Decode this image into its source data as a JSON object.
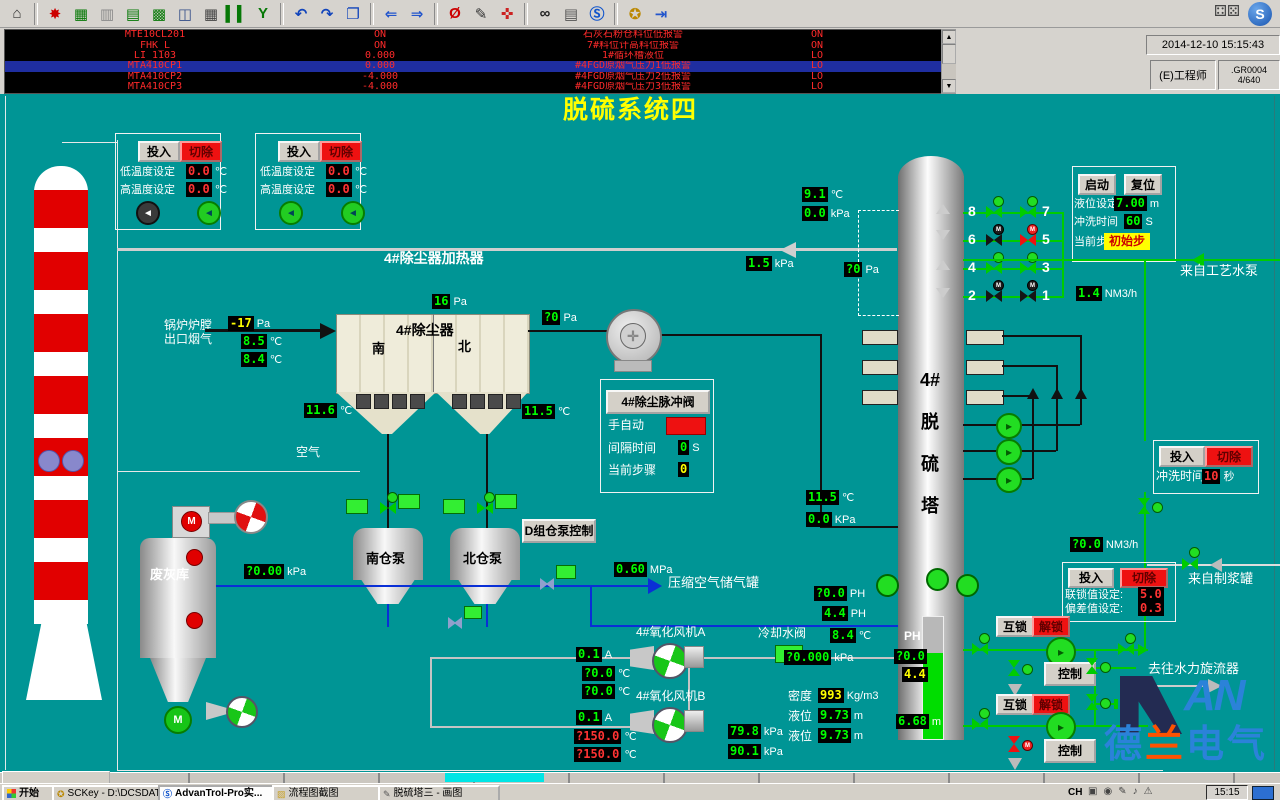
{
  "window": {
    "datetime": "2014-12-10 15:15:43",
    "user": "(E)工程师",
    "screen_id": ".GR0004",
    "page_no": "4/640"
  },
  "toolbar": {
    "items": [
      {
        "name": "home",
        "glyph": "⌂",
        "color": "#333"
      },
      {
        "sep": true
      },
      {
        "name": "alarm-summary",
        "glyph": "✸",
        "color": "#cc0000"
      },
      {
        "name": "overview-display",
        "glyph": "▦",
        "color": "#067806"
      },
      {
        "name": "group-display",
        "glyph": "▥",
        "color": "#8a8a8a"
      },
      {
        "name": "report-display",
        "glyph": "▤",
        "color": "#067806"
      },
      {
        "name": "trend-display",
        "glyph": "▩",
        "color": "#067806"
      },
      {
        "name": "faceplate-display",
        "glyph": "◫",
        "color": "#334d88"
      },
      {
        "name": "data-table",
        "glyph": "▦",
        "color": "#444"
      },
      {
        "name": "bar-graph",
        "glyph": "▍▍",
        "color": "#067806"
      },
      {
        "name": "sod-display",
        "glyph": "Y",
        "color": "#067806"
      },
      {
        "sep": true
      },
      {
        "name": "undo",
        "glyph": "↶",
        "color": "#1144bb"
      },
      {
        "name": "redo",
        "glyph": "↷",
        "color": "#1144bb"
      },
      {
        "name": "page-book",
        "glyph": "❐",
        "color": "#1144bb"
      },
      {
        "sep": true
      },
      {
        "name": "back",
        "glyph": "⇐",
        "color": "#2255cc"
      },
      {
        "name": "forward",
        "glyph": "⇒",
        "color": "#2255cc"
      },
      {
        "sep": true
      },
      {
        "name": "mute-alarm",
        "glyph": "Ø",
        "color": "#cc0000"
      },
      {
        "name": "operation-log",
        "glyph": "✎",
        "color": "#333"
      },
      {
        "name": "tag-pin",
        "glyph": "✜",
        "color": "#cc2222"
      },
      {
        "sep": true
      },
      {
        "name": "search-binoculars",
        "glyph": "∞",
        "color": "#222"
      },
      {
        "name": "print",
        "glyph": "▤",
        "color": "#555"
      },
      {
        "name": "supcon-s",
        "glyph": "Ⓢ",
        "color": "#1155cc"
      },
      {
        "sep": true
      },
      {
        "name": "login-key",
        "glyph": "✪",
        "color": "#bb8800"
      },
      {
        "name": "exit",
        "glyph": "⇥",
        "color": "#2255cc"
      }
    ]
  },
  "alarm_list": {
    "rows": [
      {
        "tag": "MTE10CL201",
        "value": "ON",
        "desc": "石灰石粉仓料位低报警",
        "status": "ON",
        "selected": false
      },
      {
        "tag": "FHK_L",
        "value": "ON",
        "desc": "7#料位计高料位报警",
        "status": "ON",
        "selected": false
      },
      {
        "tag": "LI_1103",
        "value": "0.000",
        "desc": "1#循环槽液位",
        "status": "LO",
        "selected": false
      },
      {
        "tag": "MTA410CP1",
        "value": "0.000",
        "desc": "#4FGD原烟气压力1低报警",
        "status": "LO",
        "selected": true
      },
      {
        "tag": "MTA410CP2",
        "value": "-4.000",
        "desc": "#4FGD原烟气压力2低报警",
        "status": "LO",
        "selected": false
      },
      {
        "tag": "MTA410CP3",
        "value": "-4.000",
        "desc": "#4FGD原烟气压力3低报警",
        "status": "LO",
        "selected": false
      }
    ]
  },
  "title": "脱硫系统四",
  "heater": {
    "title": "4#除尘器加热器",
    "on": "投入",
    "off": "切除",
    "low_label": "低温度设定",
    "high_label": "高温度设定",
    "low_val": "0.0",
    "high_val": "0.0",
    "unit": "℃"
  },
  "pulse": {
    "title": "4#除尘脉冲阀",
    "manual": "手自动",
    "interval_label": "间隔时间",
    "interval_val": "0",
    "interval_unit": "S",
    "step_label": "当前步骤",
    "step_val": "0"
  },
  "start_panel": {
    "start": "启动",
    "reset": "复位",
    "level_label": "液位设定",
    "level_val": "7.00",
    "level_unit": "m",
    "wash_label": "冲洗时间",
    "wash_val": "60",
    "wash_unit": "S",
    "step_label": "当前步",
    "step_val": "初始步"
  },
  "wash_panel": {
    "on": "投入",
    "off": "切除",
    "label": "冲洗时间",
    "val": "10",
    "unit": "秒"
  },
  "interlock_panel": {
    "on": "投入",
    "off": "切除",
    "l1": "联锁值设定:",
    "v1": "5.0",
    "l2": "偏差值设定:",
    "v2": "0.3"
  },
  "buttons": {
    "interlock": "互锁",
    "unlock": "解锁",
    "control": "控制",
    "pump_group": "D组仓泵控制"
  },
  "labels": {
    "boiler1": "锅炉炉膛",
    "boiler2": "出口烟气",
    "collector": "4#除尘器",
    "south": "南",
    "north": "北",
    "air": "空气",
    "south_pump": "南仓泵",
    "north_pump": "北仓泵",
    "ash_silo": "废灰库",
    "compressed": "压缩空气储气罐",
    "fan_a": "4#氧化风机A",
    "fan_b": "4#氧化风机B",
    "cooling_valve": "冷却水阀",
    "density": "密度",
    "level": "液位",
    "ph": "PH",
    "from_pump": "来自工艺水泵",
    "from_slurry": "来自制浆罐",
    "to_cyclone": "去往水力旋流器",
    "tower": [
      "4#",
      "脱",
      "硫",
      "塔"
    ],
    "motor": "M"
  },
  "valve_nums": [
    "8",
    "7",
    "6",
    "5",
    "4",
    "3",
    "2",
    "1"
  ],
  "values": {
    "boiler_pressure": {
      "t": "-17",
      "u": "Pa"
    },
    "boiler_temp1": {
      "t": "8.5",
      "u": "℃"
    },
    "boiler_temp2": {
      "t": "8.4",
      "u": "℃"
    },
    "collector_top": {
      "t": "16",
      "u": "Pa"
    },
    "collector_out": {
      "t": "?0",
      "u": "Pa"
    },
    "collector_temp_s": {
      "t": "11.6",
      "u": "℃"
    },
    "collector_temp_n": {
      "t": "11.5",
      "u": "℃"
    },
    "tower_top_temp": {
      "t": "9.1",
      "u": "℃"
    },
    "tower_top_press": {
      "t": "0.0",
      "u": "kPa"
    },
    "duct_press": {
      "t": "1.5",
      "u": "kPa"
    },
    "tower_top_pa": {
      "t": "?0",
      "u": "Pa"
    },
    "tower_mid_temp": {
      "t": "11.5",
      "u": "℃"
    },
    "tower_mid_press": {
      "t": "0.0",
      "u": "KPa"
    },
    "water_flow": {
      "t": "1.4",
      "u": "NM3/h"
    },
    "wash_flow": {
      "t": "?0.0",
      "u": "NM3/h"
    },
    "silo_press": {
      "t": "?0.00",
      "u": "kPa"
    },
    "air_press": {
      "t": "0.60",
      "u": "MPa"
    },
    "ph1": {
      "t": "?0.0",
      "u": "PH"
    },
    "ph2": {
      "t": "4.4",
      "u": "PH"
    },
    "cool_temp": {
      "t": "8.4",
      "u": "℃"
    },
    "tower_in_press": {
      "t": "?0.000",
      "u": "kPa"
    },
    "density": {
      "t": "993",
      "u": "Kg/m3"
    },
    "level1": {
      "t": "9.73",
      "u": "m"
    },
    "level2": {
      "t": "9.73",
      "u": "m"
    },
    "fan_a_amp": {
      "t": "0.1",
      "u": "A"
    },
    "fan_a_t1": {
      "t": "?0.0",
      "u": "℃"
    },
    "fan_a_t2": {
      "t": "?0.0",
      "u": "℃"
    },
    "fan_b_amp": {
      "t": "0.1",
      "u": "A"
    },
    "fan_b_t1": {
      "t": "?150.0",
      "u": "℃"
    },
    "fan_b_t2": {
      "t": "?150.0",
      "u": "℃"
    },
    "press1": {
      "t": "79.8",
      "u": "kPa"
    },
    "press2": {
      "t": "90.1",
      "u": "kPa"
    },
    "tower_ph1": {
      "t": "?0.0",
      "u": ""
    },
    "tower_ph2": {
      "t": "4.4",
      "u": ""
    },
    "tower_level": {
      "t": "6.68",
      "u": "m"
    }
  },
  "logo": {
    "an": "AN",
    "t1": "德",
    "t2": "兰",
    "t3": "电气"
  },
  "taskbar": {
    "start": "开始",
    "tasks": [
      {
        "label": "SCKey - D:\\DCSDATA\\..."
      },
      {
        "label": "AdvanTrol-Pro实..."
      },
      {
        "label": "流程图截图"
      },
      {
        "label": "脱硫塔三 - 画图"
      }
    ],
    "lang": "CH",
    "time": "15:15"
  },
  "tray_icons": [
    {
      "name": "display",
      "glyph": "▣"
    },
    {
      "name": "help",
      "glyph": "◉"
    },
    {
      "name": "ime-pen",
      "glyph": "✎"
    },
    {
      "name": "volume",
      "glyph": "♪"
    },
    {
      "name": "network-warning",
      "glyph": "⚠"
    }
  ]
}
